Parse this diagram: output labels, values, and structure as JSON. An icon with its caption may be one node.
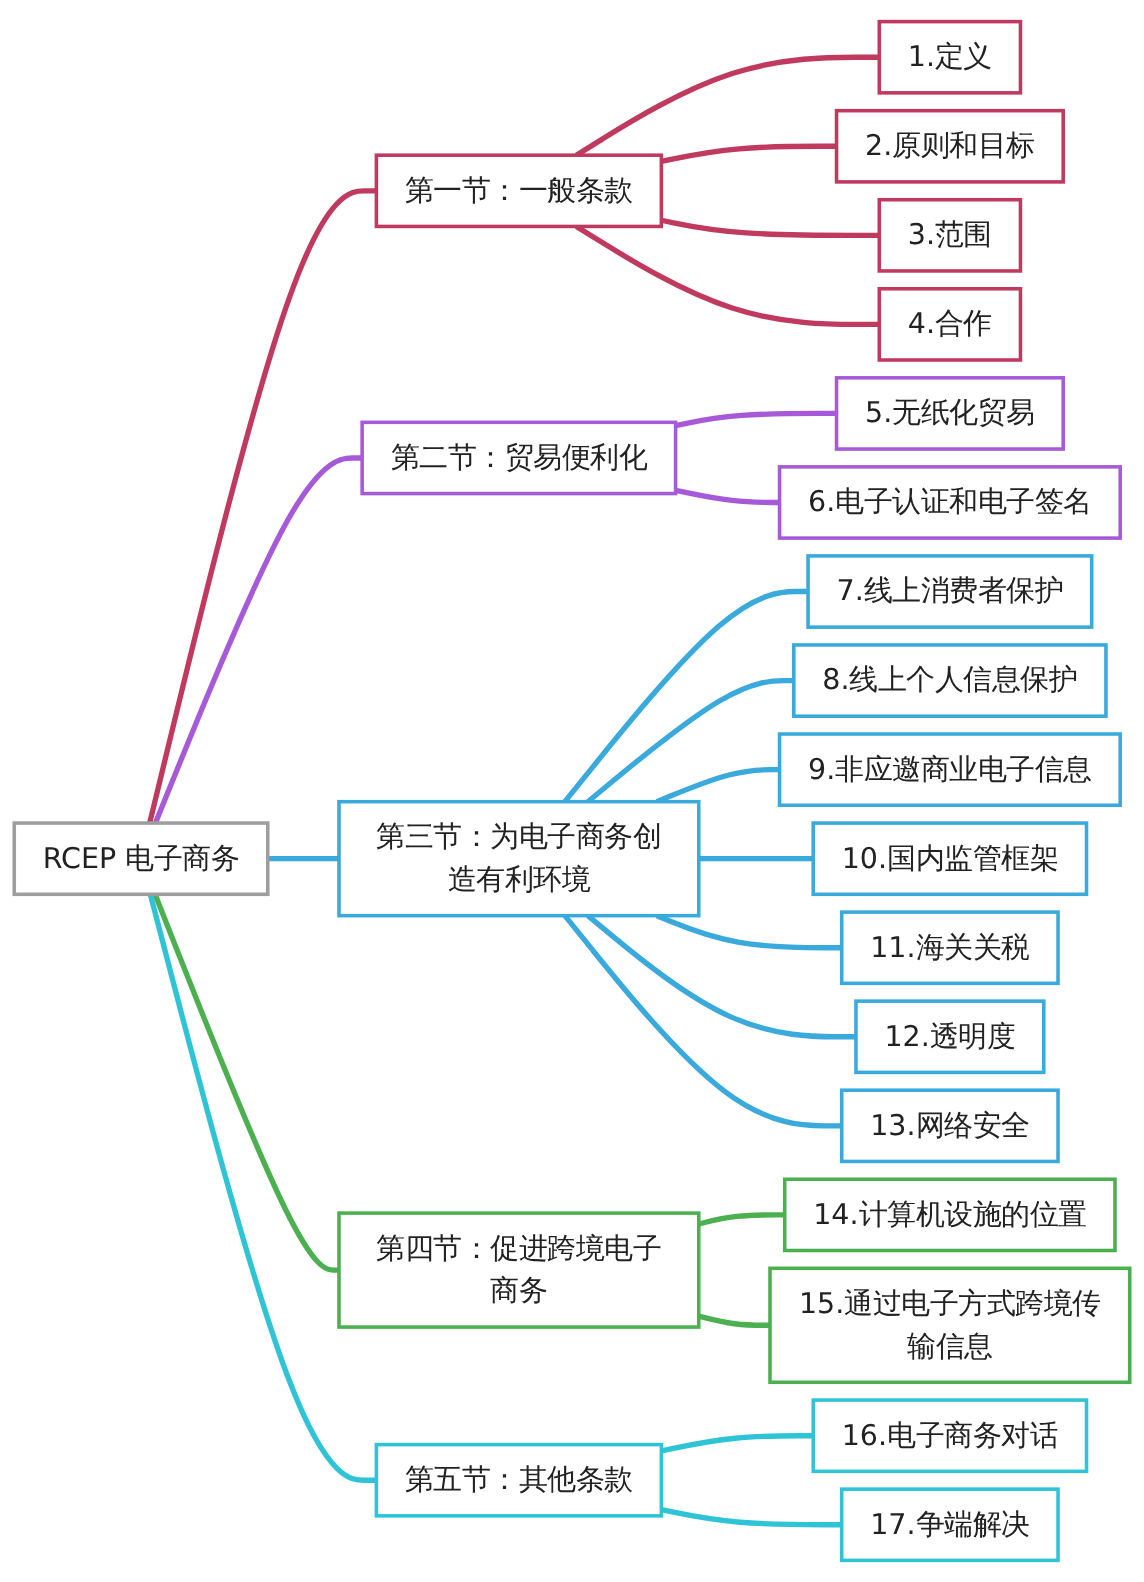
{
  "diagram": {
    "nodes": [
      {
        "text": [
          "RCEP 电子商务"
        ]
      },
      {
        "text": [
          "第一节：一般条款"
        ]
      },
      {
        "text": [
          "1.定义"
        ]
      },
      {
        "text": [
          "2.原则和目标"
        ]
      },
      {
        "text": [
          "3.范围"
        ]
      },
      {
        "text": [
          "4.合作"
        ]
      },
      {
        "text": [
          "第二节：贸易便利化"
        ]
      },
      {
        "text": [
          "5.无纸化贸易"
        ]
      },
      {
        "text": [
          "6.电子认证和电子签名"
        ]
      },
      {
        "text": [
          "第三节：为电子商务创造有利环境"
        ]
      },
      {
        "text": [
          "7.线上消费者保护"
        ]
      },
      {
        "text": [
          "8.线上个人信息保护"
        ]
      },
      {
        "text": [
          "9.非应邀商业电子信息"
        ]
      },
      {
        "text": [
          "10.国内监管框架"
        ]
      },
      {
        "text": [
          "11.海关关税"
        ]
      },
      {
        "text": [
          "12.透明度"
        ]
      },
      {
        "text": [
          "13.网络安全"
        ]
      },
      {
        "text": [
          "第四节：促进跨境电子商务"
        ]
      },
      {
        "text": [
          "14.计算机设施的位置"
        ]
      },
      {
        "text": [
          "15.通过电子方式跨境传输信息"
        ]
      },
      {
        "text": [
          "第五节：其他条款"
        ]
      },
      {
        "text": [
          "16.电子商务对话"
        ]
      },
      {
        "text": [
          "17.争端解决"
        ]
      }
    ],
    "edges": [
      {
        "from": 0,
        "to": 1,
        "arrow": "none",
        "color": "#c0395e"
      },
      {
        "from": 1,
        "to": 2,
        "arrow": "none",
        "color": "#c0395e"
      },
      {
        "from": 1,
        "to": 3,
        "arrow": "none",
        "color": "#c0395e"
      },
      {
        "from": 1,
        "to": 4,
        "arrow": "none",
        "color": "#c0395e"
      },
      {
        "from": 1,
        "to": 5,
        "arrow": "none",
        "color": "#c0395e"
      },
      {
        "from": 0,
        "to": 6,
        "arrow": "none",
        "color": "#a65ad8"
      },
      {
        "from": 6,
        "to": 7,
        "arrow": "none",
        "color": "#a65ad8"
      },
      {
        "from": 6,
        "to": 8,
        "arrow": "none",
        "color": "#a65ad8"
      },
      {
        "from": 0,
        "to": 9,
        "arrow": "none"
      },
      {
        "from": 9,
        "to": 10,
        "arrow": "none"
      },
      {
        "from": 9,
        "to": 11,
        "arrow": "none"
      },
      {
        "from": 9,
        "to": 12,
        "arrow": "none"
      },
      {
        "from": 9,
        "to": 13,
        "arrow": "none"
      },
      {
        "from": 9,
        "to": 14,
        "arrow": "none"
      },
      {
        "from": 9,
        "to": 15,
        "arrow": "none"
      },
      {
        "from": 9,
        "to": 16,
        "arrow": "none"
      },
      {
        "from": 0,
        "to": 17,
        "arrow": "none",
        "color": "#4caf50"
      },
      {
        "from": 17,
        "to": 18,
        "arrow": "none",
        "color": "#4caf50"
      },
      {
        "from": 17,
        "to": 19,
        "arrow": "none",
        "color": "#4caf50"
      },
      {
        "from": 0,
        "to": 20,
        "arrow": "none",
        "color": "#2ec4d6"
      },
      {
        "from": 20,
        "to": 21,
        "arrow": "none",
        "color": "#2ec4d6"
      },
      {
        "from": 20,
        "to": 22,
        "arrow": "none",
        "color": "#2ec4d6"
      }
    ]
  }
}
